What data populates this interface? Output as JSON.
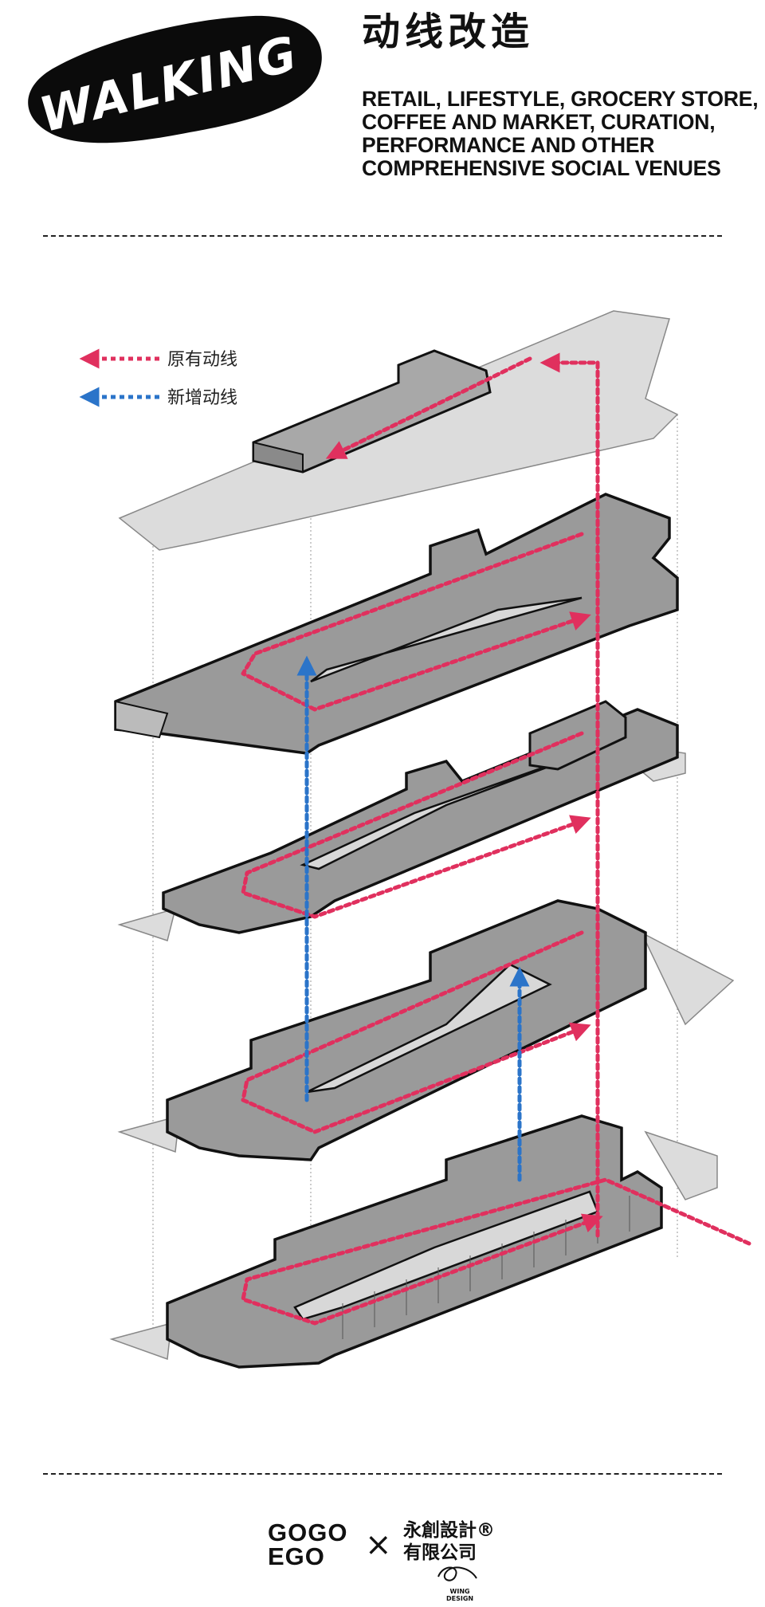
{
  "header": {
    "logo_word": "WALKING",
    "title": "动线改造",
    "subtitle_lines": [
      "RETAIL, LIFESTYLE, GROCERY STORE,",
      "COFFEE AND MARKET, CURATION,",
      "PERFORMANCE AND OTHER",
      "COMPREHENSIVE SOCIAL VENUES"
    ]
  },
  "legend": {
    "items": [
      {
        "label": "原有动线",
        "color": "#e0305e"
      },
      {
        "label": "新增动线",
        "color": "#2b74c9"
      }
    ]
  },
  "colors": {
    "original_path": "#e0305e",
    "new_path": "#2b74c9",
    "floor_plate": "#d9d9d9",
    "building_volume": "#8e8e8e",
    "outline": "#111111"
  },
  "footer": {
    "brand_left_line1": "GOGO",
    "brand_left_line2": "EGO",
    "separator": "×",
    "brand_right_line1": "永創設計®",
    "brand_right_line2": "有限公司",
    "brand_small_line1": "WING",
    "brand_small_line2": "DESIGN"
  }
}
